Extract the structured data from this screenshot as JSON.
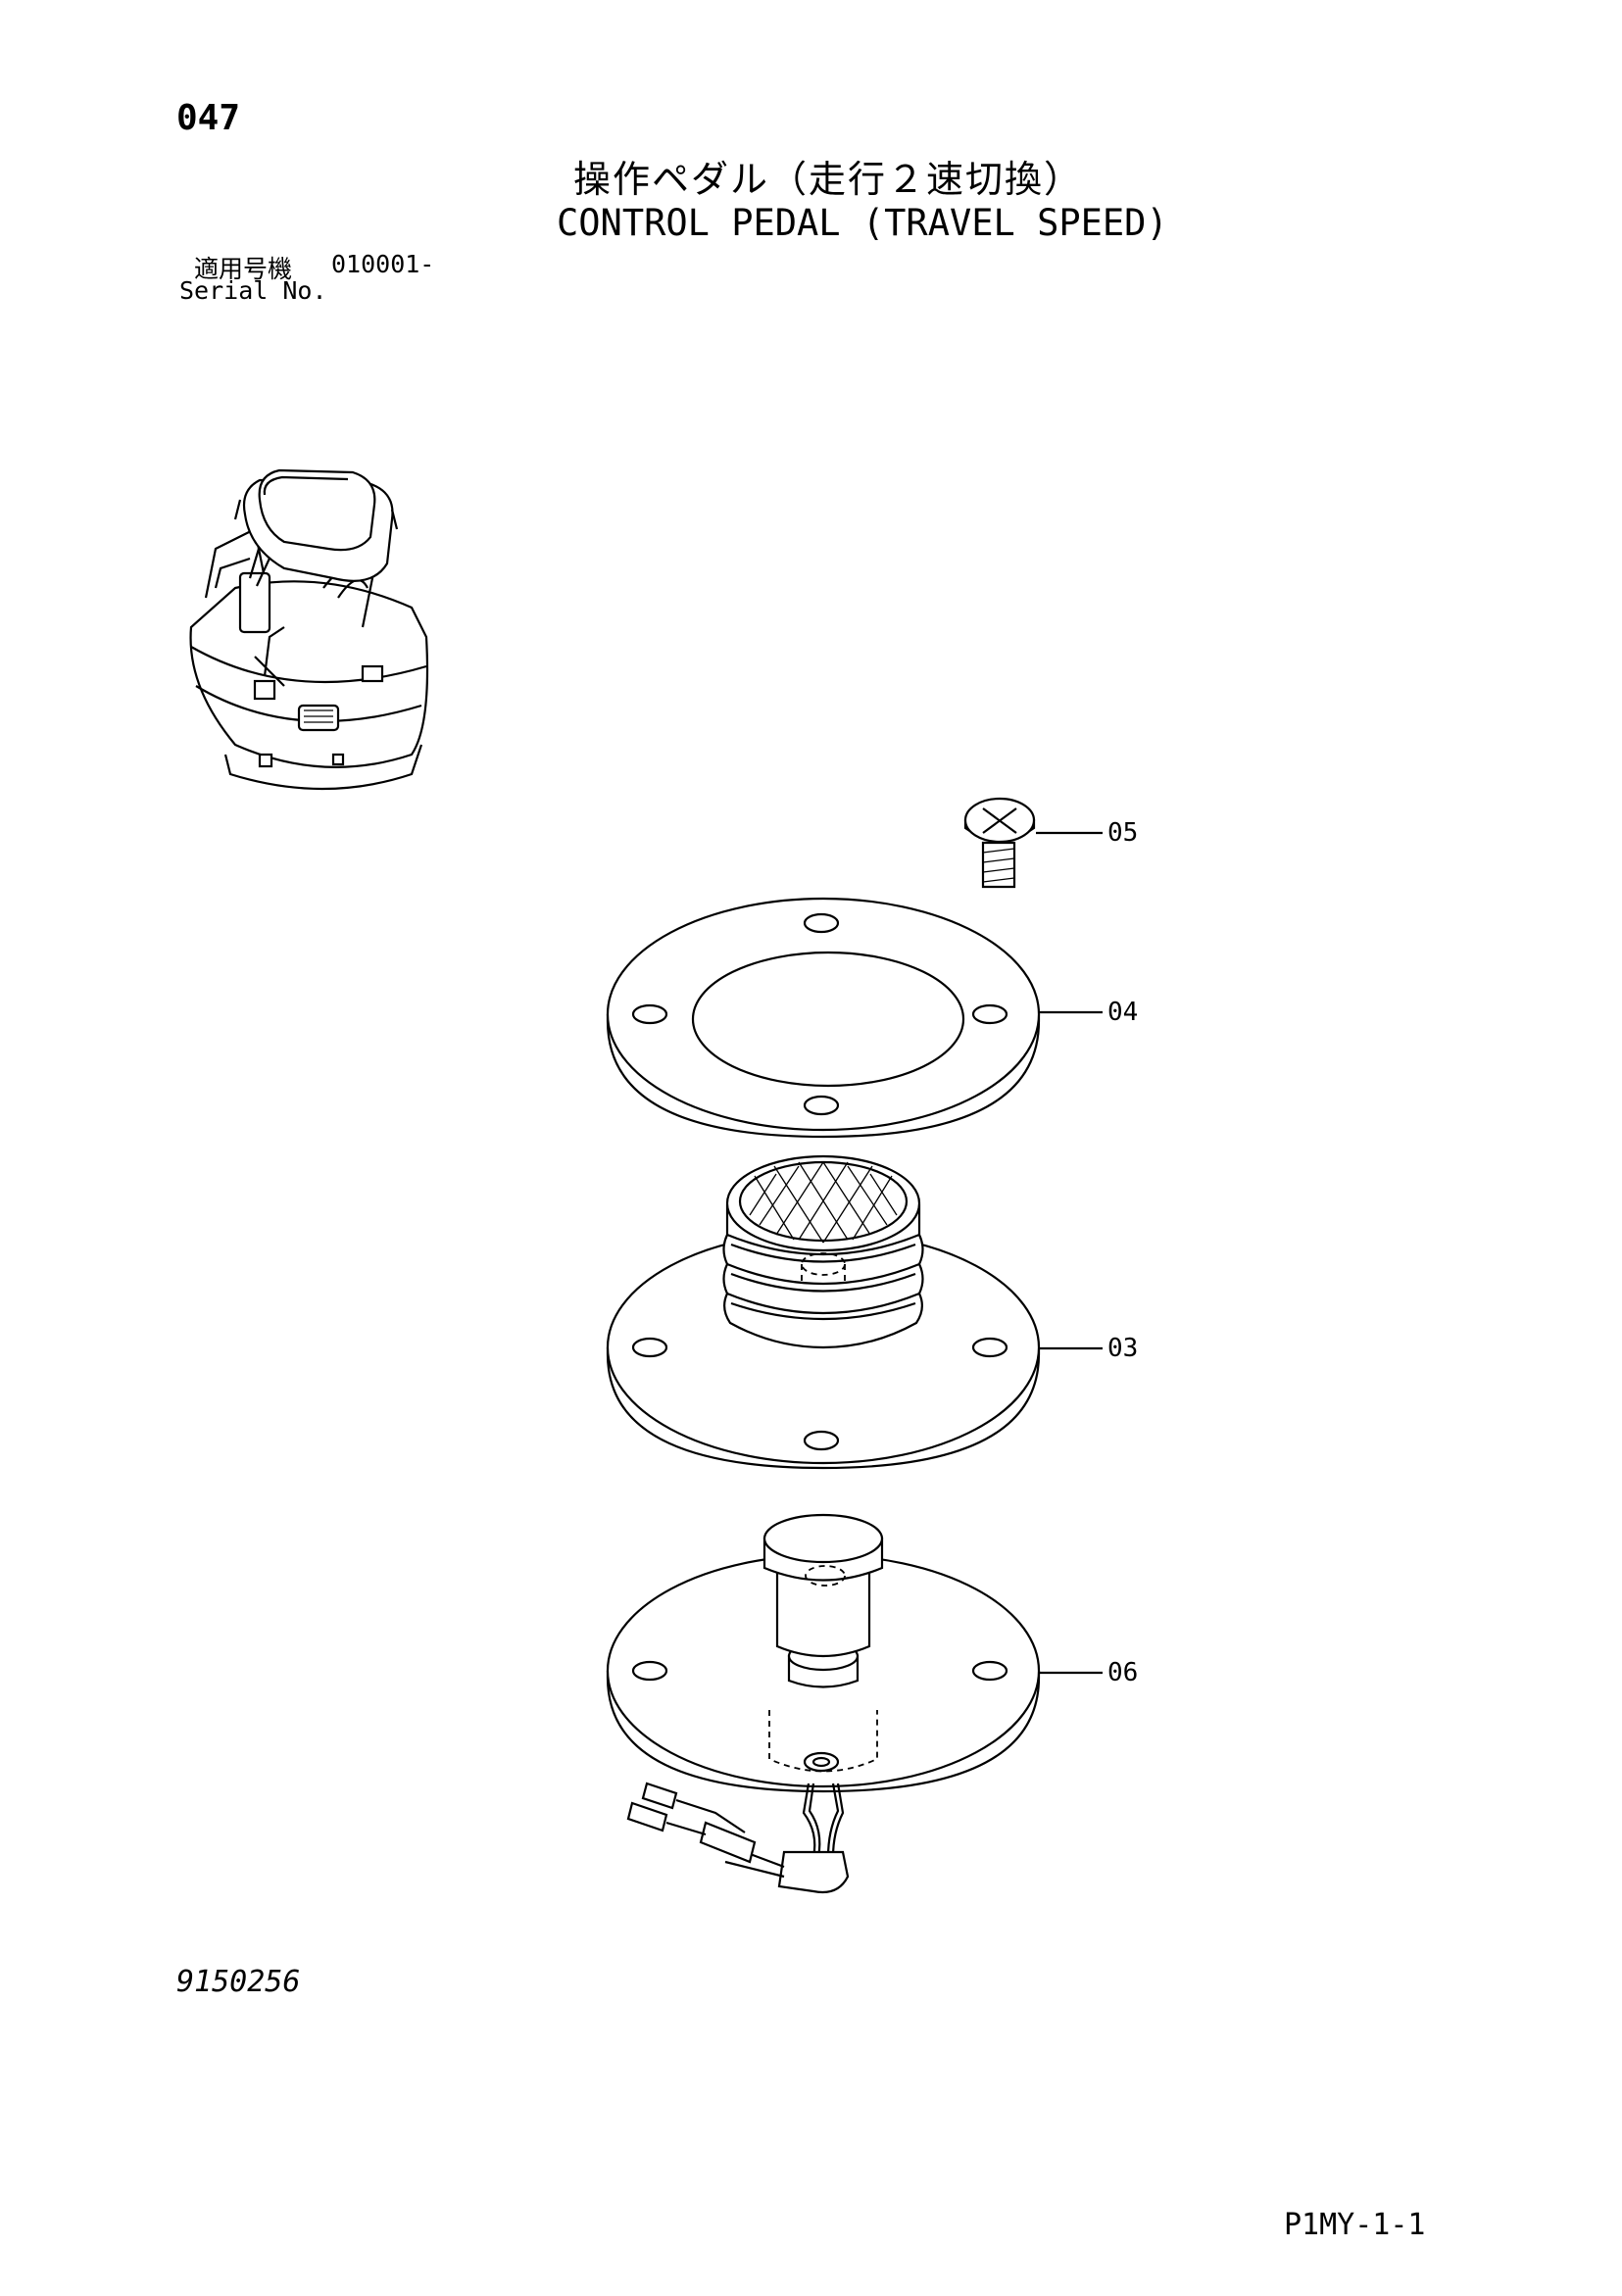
{
  "header": {
    "page_number": "047",
    "title_ja": "操作ペダル（走行２速切換）",
    "title_en": "CONTROL PEDAL (TRAVEL SPEED)"
  },
  "serial": {
    "label_ja": "適用号機",
    "range": "010001-",
    "label_en": "Serial No."
  },
  "callouts": [
    {
      "id": "05",
      "label": "05"
    },
    {
      "id": "04",
      "label": "04"
    },
    {
      "id": "03",
      "label": "03"
    },
    {
      "id": "06",
      "label": "06"
    }
  ],
  "footer": {
    "drawing_number": "9150256",
    "page_code": "P1MY-1-1"
  }
}
